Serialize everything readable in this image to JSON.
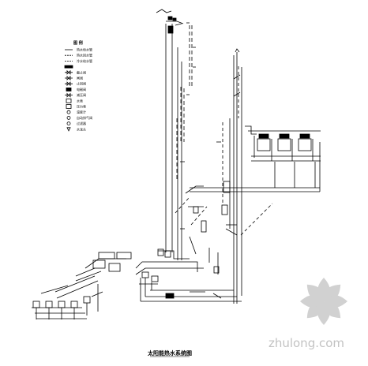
{
  "drawing": {
    "caption": "太阳能热水系统图",
    "legend": {
      "title": "图 例",
      "items": [
        "热水给水管",
        "热水回水管",
        "冷水给水管",
        "",
        "截止阀",
        "闸阀",
        "止回阀",
        "电磁阀",
        "减压阀",
        "水表",
        "压力表",
        "温度计",
        "自动排气阀",
        "过滤器",
        "水龙头"
      ]
    }
  },
  "watermark": {
    "site": "zhulong.com",
    "logo_color": "#c9c9c9"
  },
  "colors": {
    "line": "#000000",
    "background": "#ffffff"
  }
}
